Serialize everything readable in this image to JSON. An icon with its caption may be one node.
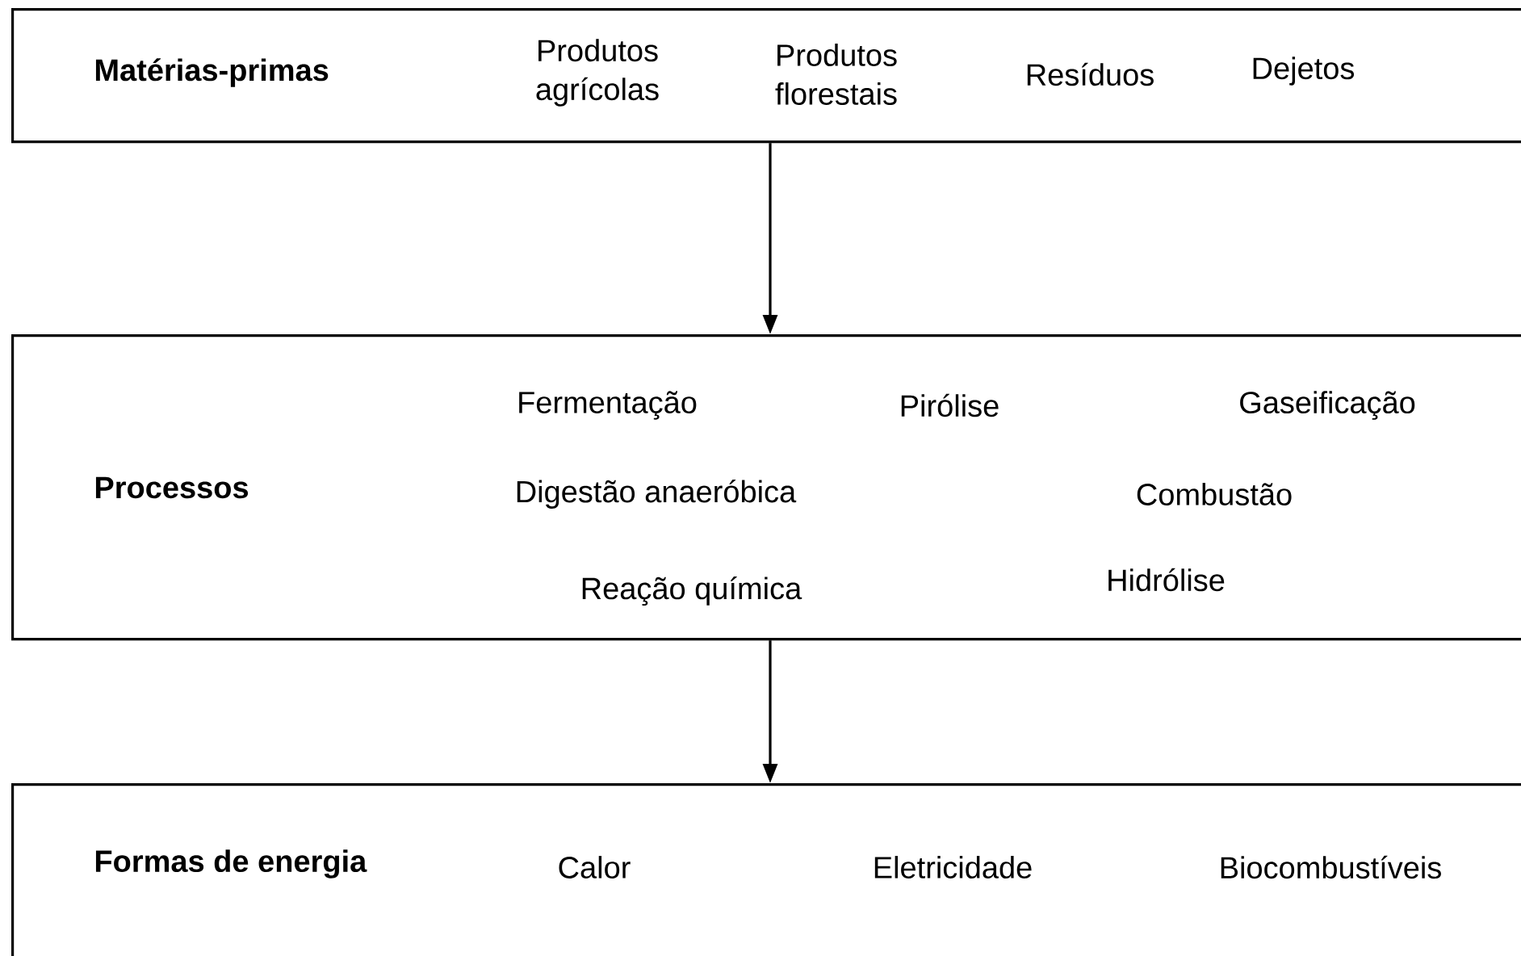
{
  "diagram": {
    "nodes": [
      {
        "text": [
          "Matérias-primas",
          "Produtos agrícolas",
          "Produtos florestais",
          "Resíduos",
          "Dejetos"
        ]
      },
      {
        "text": [
          "Processos",
          "Fermentação",
          "Pirólise",
          "Gaseificação",
          "Digestão anaeróbica",
          "Combustão",
          "Reação química",
          "Hidrólise"
        ]
      },
      {
        "text": [
          "Formas de energia",
          "Calor",
          "Eletricidade",
          "Biocombustíveis"
        ]
      }
    ],
    "edges": [
      {
        "from": 0,
        "to": 1,
        "arrow": "to"
      },
      {
        "from": 1,
        "to": 2,
        "arrow": "to"
      }
    ]
  }
}
